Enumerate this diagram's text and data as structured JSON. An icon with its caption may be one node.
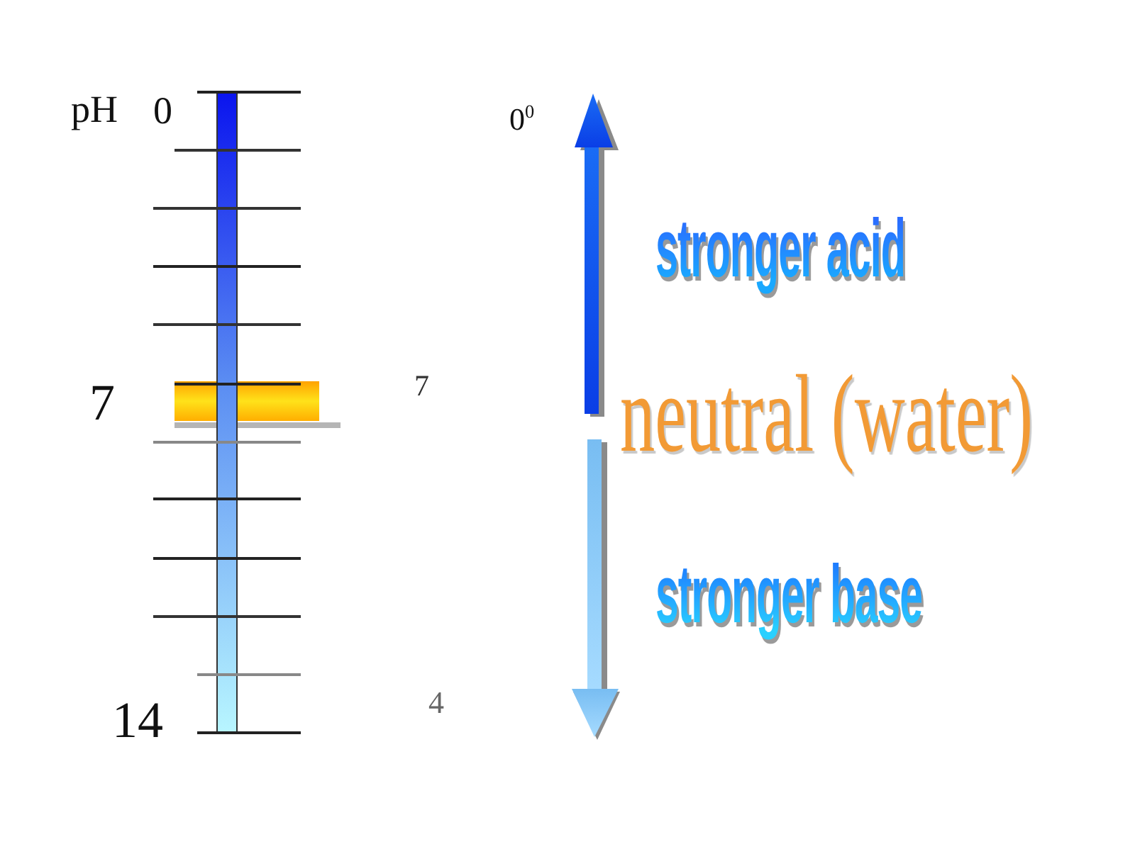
{
  "diagram": {
    "labels": [
      "pH",
      "0",
      "0$^{0}$",
      "stronger acid",
      "7",
      "7",
      "neutral (water)",
      "stronger base",
      "14",
      "4"
    ]
  }
}
